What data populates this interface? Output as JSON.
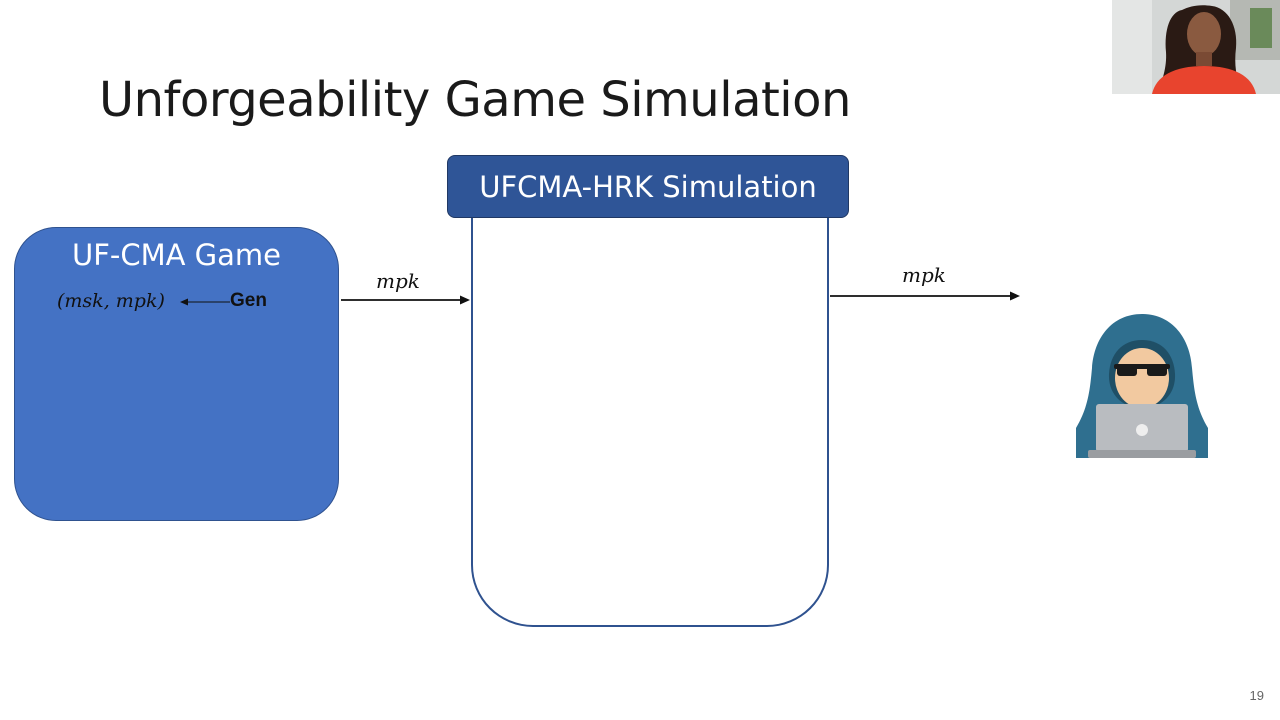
{
  "slide": {
    "title": "Unforgeability Game Simulation",
    "number": "19"
  },
  "game_box": {
    "title": "UF-CMA Game",
    "keypair": "(msk, mpk)",
    "gen_label": "Gen"
  },
  "simulation": {
    "title": "UFCMA-HRK Simulation"
  },
  "arrows": {
    "left_label": "mpk",
    "right_label": "mpk"
  },
  "icons": {
    "adversary": "hacker-icon",
    "webcam": "presenter-video"
  },
  "colors": {
    "game_fill": "#4472c4",
    "sim_header_fill": "#2f5597",
    "outline": "#2f528f"
  }
}
